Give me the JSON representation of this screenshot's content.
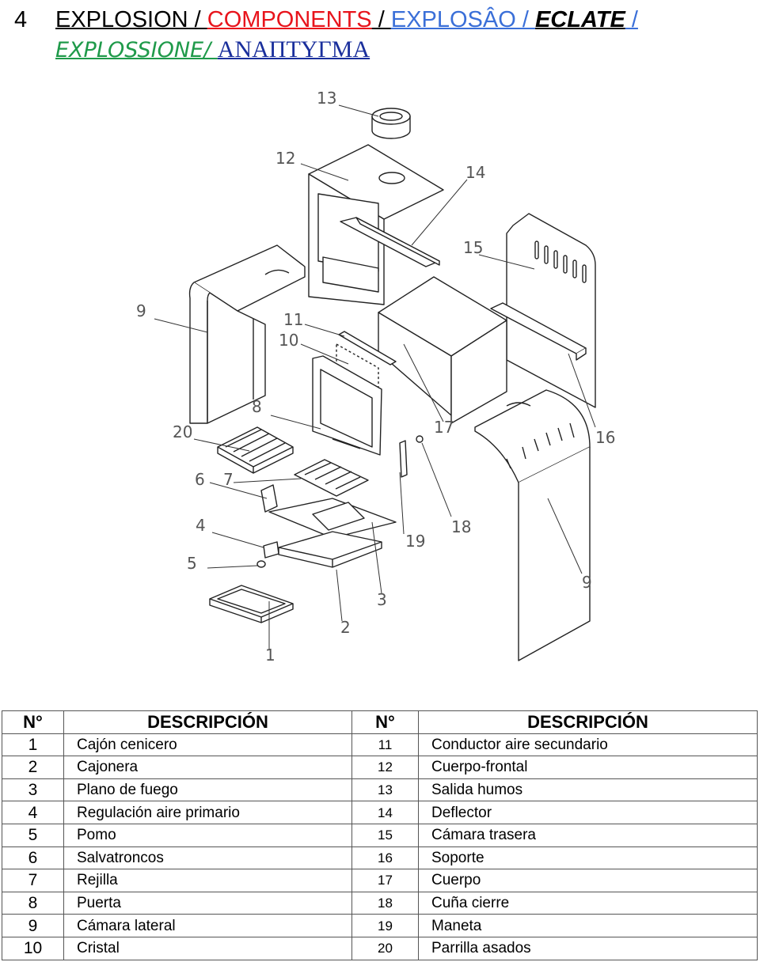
{
  "header": {
    "section_number": "4",
    "parts": [
      {
        "text": "EXPLOSION",
        "color": "#000000"
      },
      {
        "text": " / ",
        "color": "#000000"
      },
      {
        "text": "COMPONENTS",
        "color": "#e8141c"
      },
      {
        "text": " / ",
        "color": "#000000"
      },
      {
        "text": "EXPLOSÂO / ",
        "color": "#3a6fd8"
      },
      {
        "text": "ECLATE",
        "color": "#000000"
      },
      {
        "text": " /",
        "color": "#3a6fd8"
      }
    ],
    "line2": [
      {
        "text": "EXPLOSSIONE/ ",
        "color": "#1f9a4a"
      },
      {
        "text": "ΑΝΑΠΤΥΓΜΑ",
        "color": "#1a2f9c"
      }
    ]
  },
  "diagram": {
    "callouts": [
      "1",
      "2",
      "3",
      "4",
      "5",
      "6",
      "7",
      "8",
      "9",
      "9",
      "10",
      "11",
      "12",
      "13",
      "14",
      "15",
      "16",
      "17",
      "18",
      "19",
      "20"
    ]
  },
  "table": {
    "headers": [
      "N°",
      "DESCRIPCIÓN",
      "N°",
      "DESCRIPCIÓN"
    ],
    "rows": [
      {
        "n1": "1",
        "d1": "Cajón cenicero",
        "n2": "11",
        "d2": "Conductor aire secundario"
      },
      {
        "n1": "2",
        "d1": "Cajonera",
        "n2": "12",
        "d2": "Cuerpo-frontal"
      },
      {
        "n1": "3",
        "d1": "Plano de fuego",
        "n2": "13",
        "d2": "Salida humos"
      },
      {
        "n1": "4",
        "d1": "Regulación aire primario",
        "n2": "14",
        "d2": "Deflector"
      },
      {
        "n1": "5",
        "d1": "Pomo",
        "n2": "15",
        "d2": "Cámara trasera"
      },
      {
        "n1": "6",
        "d1": "Salvatroncos",
        "n2": "16",
        "d2": "Soporte"
      },
      {
        "n1": "7",
        "d1": "Rejilla",
        "n2": "17",
        "d2": "Cuerpo"
      },
      {
        "n1": "8",
        "d1": "Puerta",
        "n2": "18",
        "d2": "Cuña cierre"
      },
      {
        "n1": "9",
        "d1": "Cámara lateral",
        "n2": "19",
        "d2": "Maneta"
      },
      {
        "n1": "10",
        "d1": "Cristal",
        "n2": "20",
        "d2": "Parrilla asados"
      }
    ]
  }
}
